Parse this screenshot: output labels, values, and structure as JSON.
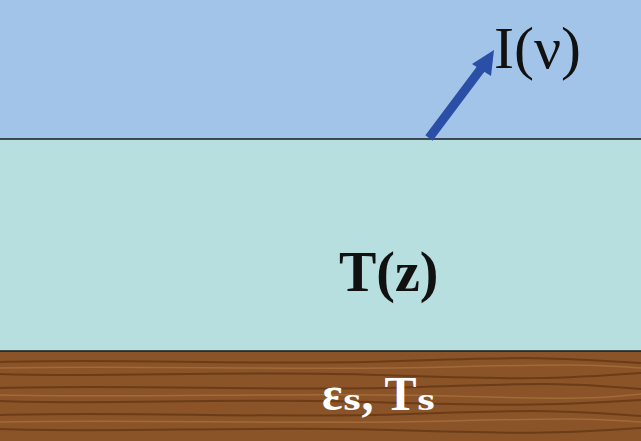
{
  "diagram": {
    "nodes": [
      {
        "text": [
          "T(z)"
        ]
      },
      {
        "text": [
          "εₛ, Tₛ"
        ]
      }
    ],
    "labels": [
      "I(ν)"
    ]
  }
}
